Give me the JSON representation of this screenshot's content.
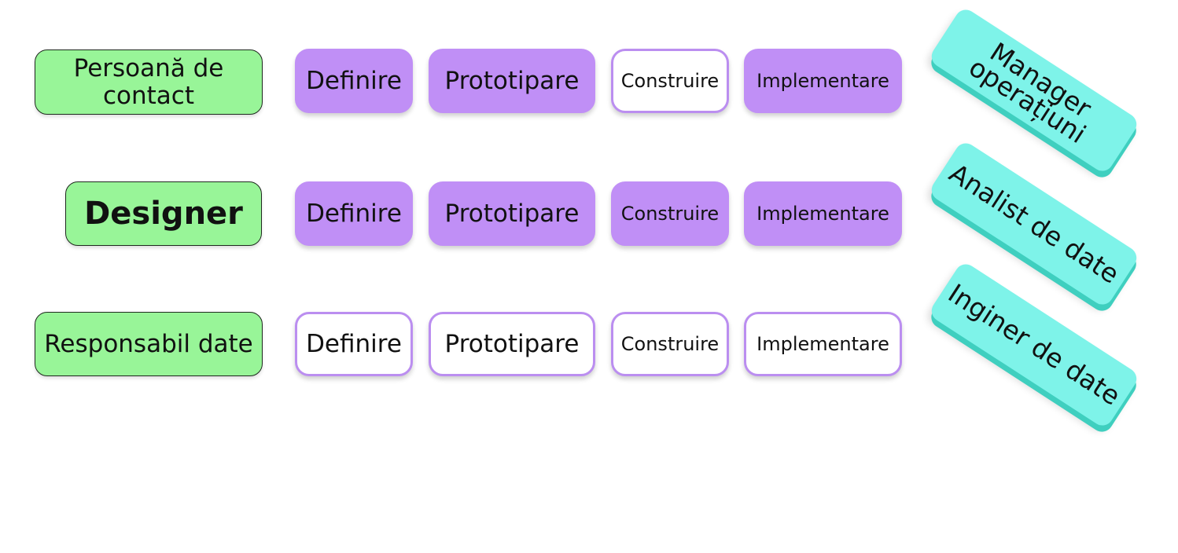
{
  "roles": [
    {
      "label": "Persoană de contact"
    },
    {
      "label": "Designer"
    },
    {
      "label": "Responsabil date"
    }
  ],
  "phase_rows": [
    [
      {
        "label": "Definire",
        "style": "filled"
      },
      {
        "label": "Prototipare",
        "style": "filled"
      },
      {
        "label": "Construire",
        "style": "outline"
      },
      {
        "label": "Implementare",
        "style": "filled"
      }
    ],
    [
      {
        "label": "Definire",
        "style": "filled"
      },
      {
        "label": "Prototipare",
        "style": "filled"
      },
      {
        "label": "Construire",
        "style": "filled"
      },
      {
        "label": "Implementare",
        "style": "filled"
      }
    ],
    [
      {
        "label": "Definire",
        "style": "outline"
      },
      {
        "label": "Prototipare",
        "style": "outline"
      },
      {
        "label": "Construire",
        "style": "outline"
      },
      {
        "label": "Implementare",
        "style": "outline"
      }
    ]
  ],
  "side_roles": [
    {
      "label": "Manager operațiuni"
    },
    {
      "label": "Analist de date"
    },
    {
      "label": "Inginer de date"
    }
  ],
  "colors": {
    "role_green": "#98f598",
    "phase_purple": "#c08ff6",
    "phase_outline": "#bb8ef0",
    "side_teal": "#7ef3e9"
  }
}
